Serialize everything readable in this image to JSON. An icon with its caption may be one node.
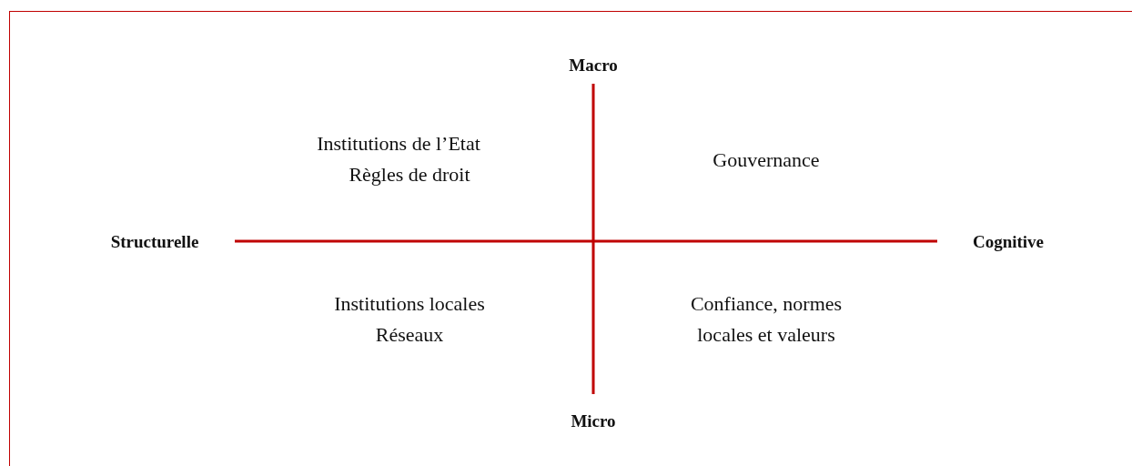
{
  "diagram": {
    "labels": [
      "Macro",
      "Institutions de l’Etat",
      "Règles de droit",
      "Gouvernance",
      "Structurelle",
      "Cognitive",
      "Institutions locales",
      "Réseaux",
      "Confiance, normes locales et valeurs",
      "Micro"
    ]
  }
}
